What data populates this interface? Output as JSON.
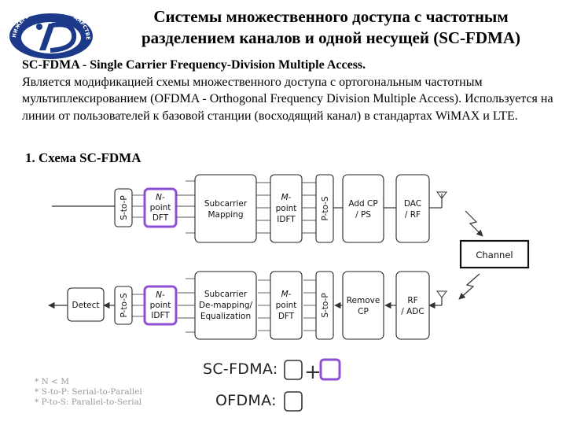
{
  "slide": {
    "title_line1": "Системы множественного доступа с частотным",
    "title_line2": "разделением каналов и одной несущей (SC-FDMA)",
    "intro_bold": "SC-FDMA - Single Carrier Frequency-Division Multiple Access.",
    "intro_text": "Является модификацией схемы множественного доступа с ортогональным частотным мультиплексированием (OFDMA - Orthogonal Frequency Division Multiple Access). Используется на линии от пользователей к базовой станции (восходящий канал) в стандартах WiMAX и LTE.",
    "section_heading": "1. Схема SC-FDMA",
    "logo_text": "НИЖЕГОРОДСКИЙ ГОСУДАРСТВЕННЫЙ УНИВЕРСИТЕТ"
  },
  "diagram": {
    "highlight_color": "#8e4fd6",
    "tx_blocks": {
      "s2p": "S-to-P",
      "dft": [
        "N-",
        "point",
        "DFT"
      ],
      "map": [
        "Subcarrier",
        "Mapping"
      ],
      "idft": [
        "M-",
        "point",
        "IDFT"
      ],
      "p2s": "P-to-S",
      "cp": [
        "Add CP",
        "/ PS"
      ],
      "dac": [
        "DAC",
        "/ RF"
      ]
    },
    "channel": "Channel",
    "rx_blocks": {
      "detect": "Detect",
      "p2s": "P-to-S",
      "idft": [
        "N-",
        "point",
        "IDFT"
      ],
      "demap": [
        "Subcarrier",
        "De-mapping/",
        "Equalization"
      ],
      "dft": [
        "M-",
        "point",
        "DFT"
      ],
      "s2p": "S-to-P",
      "cp": [
        "Remove",
        "CP"
      ],
      "adc": [
        "RF",
        "/ ADC"
      ]
    },
    "notes": [
      "* N < M",
      "* S-to-P: Serial-to-Parallel",
      "* P-to-S: Parallel-to-Serial"
    ],
    "legend": {
      "scfdma": "SC-FDMA:",
      "ofdma": "OFDMA:",
      "plus": "+"
    }
  }
}
